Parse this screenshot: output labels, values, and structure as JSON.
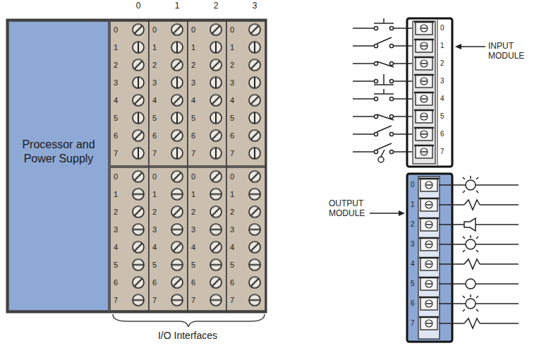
{
  "diagram": {
    "nodes": [
      {
        "text": [
          "Processor and Power Supply"
        ]
      },
      {
        "text": [
          "0",
          "1",
          "2",
          "3",
          "4",
          "5",
          "6",
          "7"
        ]
      },
      {
        "text": [
          "0",
          "1",
          "2",
          "3",
          "4",
          "5",
          "6",
          "7"
        ]
      },
      {
        "text": [
          "0",
          "1",
          "2",
          "3",
          "4",
          "5",
          "6",
          "7"
        ]
      },
      {
        "text": [
          "0",
          "1",
          "2",
          "3",
          "4",
          "5",
          "6",
          "7"
        ]
      },
      {
        "text": [
          "0",
          "1",
          "2",
          "3",
          "4",
          "5",
          "6",
          "7"
        ]
      },
      {
        "text": [
          "0",
          "1",
          "2",
          "3",
          "4",
          "5",
          "6",
          "7"
        ]
      },
      {
        "text": [
          "0",
          "1",
          "2",
          "3",
          "4",
          "5",
          "6",
          "7"
        ]
      },
      {
        "text": [
          "0",
          "1",
          "2",
          "3",
          "4",
          "5",
          "6",
          "7"
        ]
      },
      {
        "text": [
          "0",
          "1",
          "2",
          "3",
          "4",
          "5",
          "6",
          "7"
        ]
      },
      {
        "text": [
          "0",
          "1",
          "2",
          "3",
          "4",
          "5",
          "6",
          "7"
        ]
      }
    ],
    "labels": [
      "0",
      "1",
      "2",
      "3",
      "I/O Interfaces",
      "INPUT MODULE",
      "OUTPUT MODULE"
    ]
  }
}
